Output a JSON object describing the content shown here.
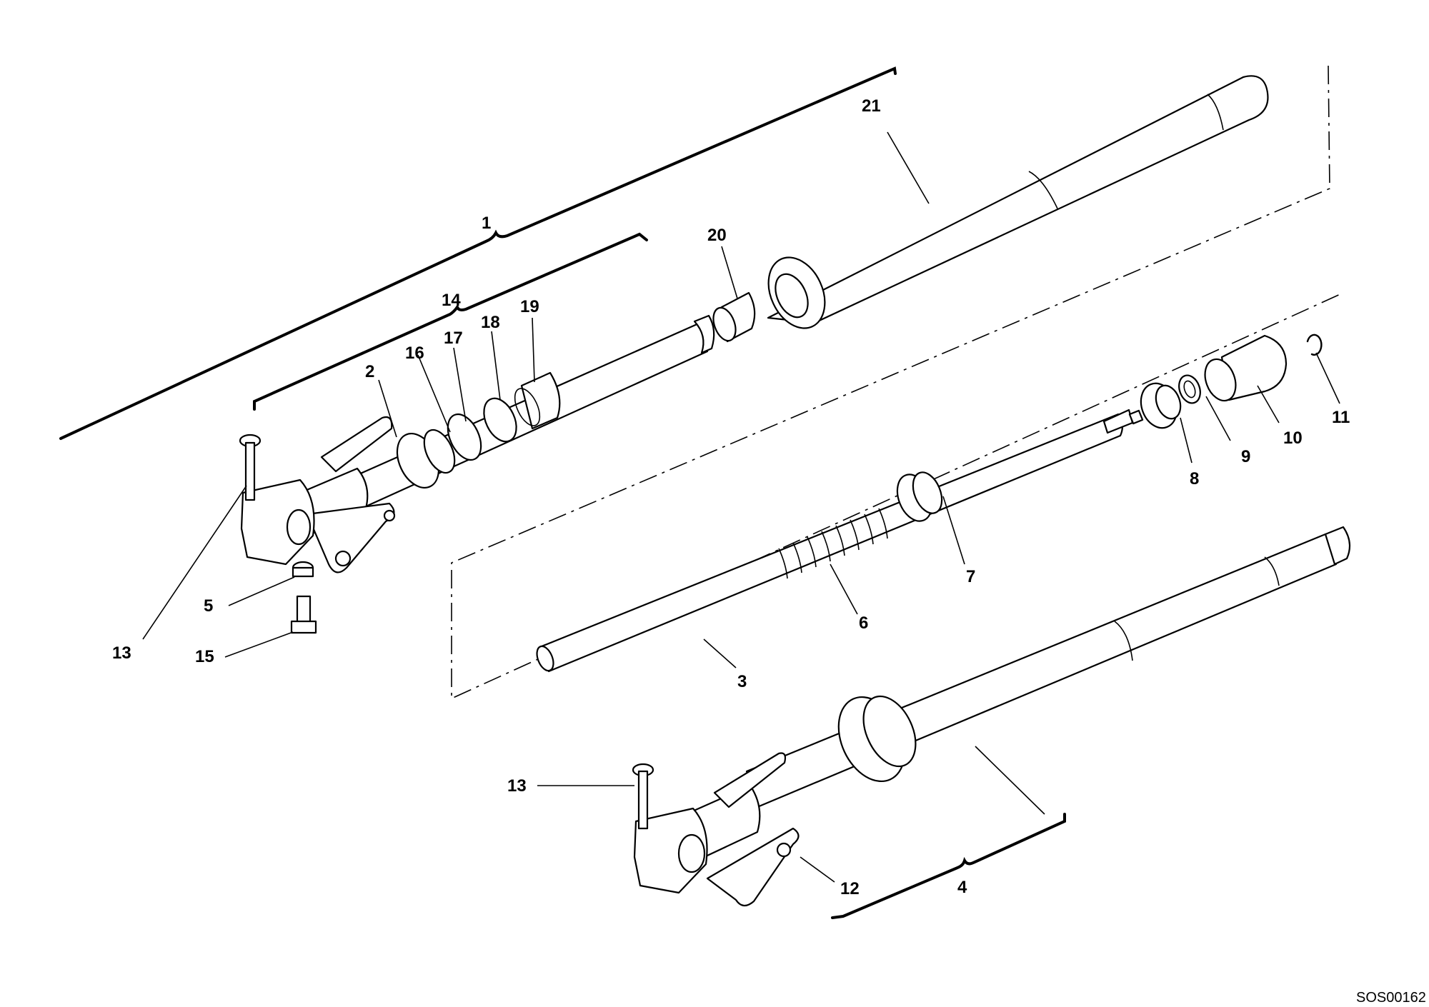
{
  "diagram": {
    "callouts": {
      "c1": "1",
      "c2": "2",
      "c3": "3",
      "c4": "4",
      "c5": "5",
      "c6": "6",
      "c7": "7",
      "c8": "8",
      "c9": "9",
      "c10": "10",
      "c11": "11",
      "c12": "12",
      "c13a": "13",
      "c13b": "13",
      "c14": "14",
      "c15": "15",
      "c16": "16",
      "c17": "17",
      "c18": "18",
      "c19": "19",
      "c20": "20",
      "c21": "21"
    },
    "drawing_code": "SOS00162"
  }
}
